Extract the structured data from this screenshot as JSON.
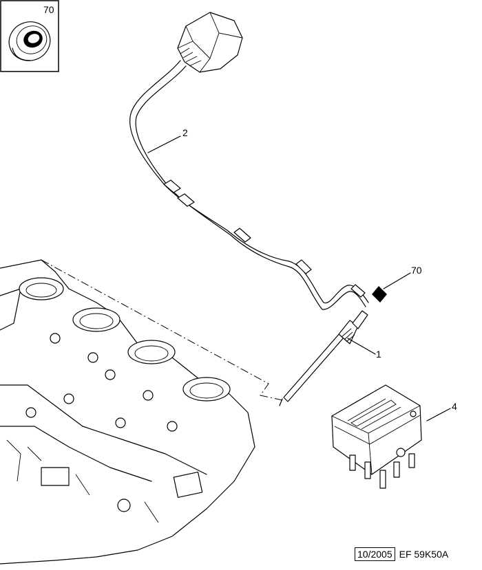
{
  "inset": {
    "label": "70",
    "part_icon": "seal-ring-icon"
  },
  "callouts": [
    {
      "id": "2",
      "target": "glow-plug-harness"
    },
    {
      "id": "70",
      "target": "seal-square"
    },
    {
      "id": "1",
      "target": "glow-plug"
    },
    {
      "id": "4",
      "target": "preheat-relay-box"
    }
  ],
  "footer": {
    "date": "10/2005",
    "ref": "EF 59K50A"
  }
}
